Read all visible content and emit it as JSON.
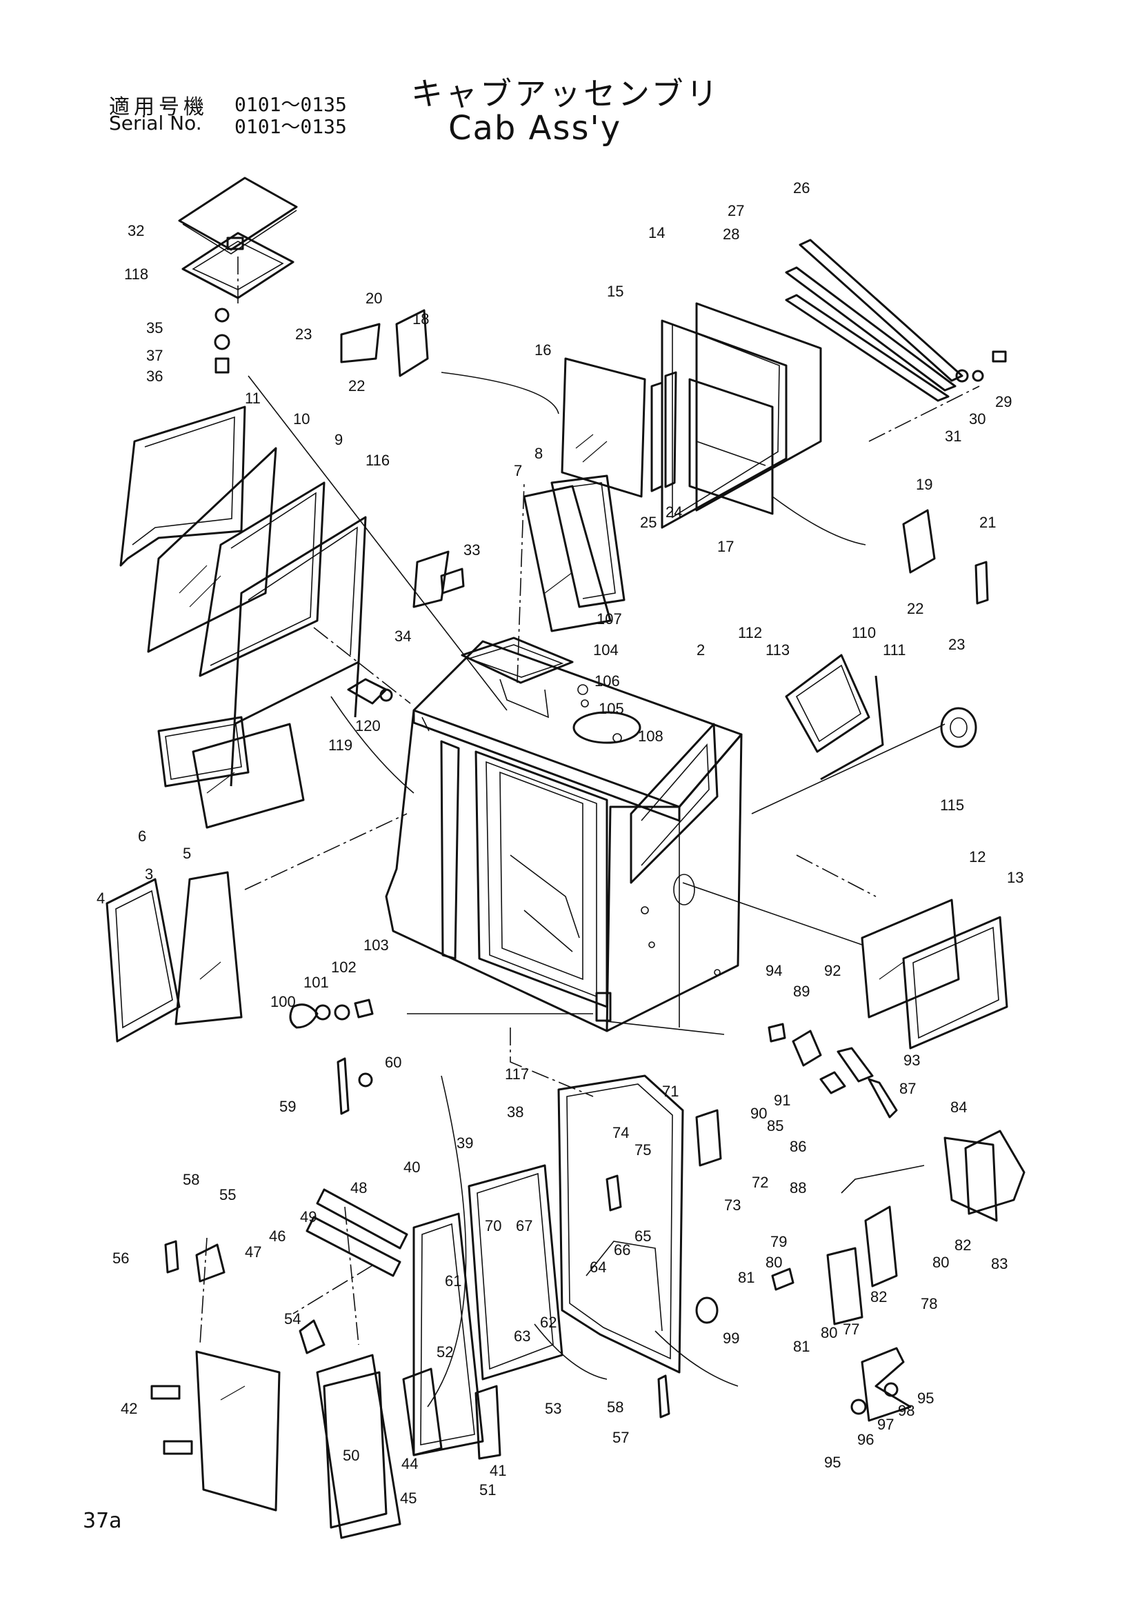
{
  "header": {
    "serial_label_jp": "適用号機",
    "serial_range_jp": "0101～0135",
    "serial_label_en": "Serial No.",
    "serial_range_en": "0101～0135",
    "title_jp": "キャブアッセンブリ",
    "title_en": "Cab Ass'y"
  },
  "page_number": "37a",
  "callouts": [
    {
      "id": "c2",
      "text": "2"
    },
    {
      "id": "c3",
      "text": "3"
    },
    {
      "id": "c4",
      "text": "4"
    },
    {
      "id": "c5",
      "text": "5"
    },
    {
      "id": "c6",
      "text": "6"
    },
    {
      "id": "c7",
      "text": "7"
    },
    {
      "id": "c8",
      "text": "8"
    },
    {
      "id": "c9",
      "text": "9"
    },
    {
      "id": "c10",
      "text": "10"
    },
    {
      "id": "c11",
      "text": "11"
    },
    {
      "id": "c12",
      "text": "12"
    },
    {
      "id": "c13",
      "text": "13"
    },
    {
      "id": "c14",
      "text": "14"
    },
    {
      "id": "c15",
      "text": "15"
    },
    {
      "id": "c16",
      "text": "16"
    },
    {
      "id": "c17",
      "text": "17"
    },
    {
      "id": "c18",
      "text": "18"
    },
    {
      "id": "c19",
      "text": "19"
    },
    {
      "id": "c20",
      "text": "20"
    },
    {
      "id": "c21",
      "text": "21"
    },
    {
      "id": "c22a",
      "text": "22"
    },
    {
      "id": "c22b",
      "text": "22"
    },
    {
      "id": "c23a",
      "text": "23"
    },
    {
      "id": "c23b",
      "text": "23"
    },
    {
      "id": "c24",
      "text": "24"
    },
    {
      "id": "c25",
      "text": "25"
    },
    {
      "id": "c26",
      "text": "26"
    },
    {
      "id": "c27",
      "text": "27"
    },
    {
      "id": "c28",
      "text": "28"
    },
    {
      "id": "c29",
      "text": "29"
    },
    {
      "id": "c30",
      "text": "30"
    },
    {
      "id": "c31",
      "text": "31"
    },
    {
      "id": "c32",
      "text": "32"
    },
    {
      "id": "c33",
      "text": "33"
    },
    {
      "id": "c34",
      "text": "34"
    },
    {
      "id": "c35",
      "text": "35"
    },
    {
      "id": "c36",
      "text": "36"
    },
    {
      "id": "c37",
      "text": "37"
    },
    {
      "id": "c38",
      "text": "38"
    },
    {
      "id": "c39",
      "text": "39"
    },
    {
      "id": "c40",
      "text": "40"
    },
    {
      "id": "c41",
      "text": "41"
    },
    {
      "id": "c42",
      "text": "42"
    },
    {
      "id": "c44",
      "text": "44"
    },
    {
      "id": "c45",
      "text": "45"
    },
    {
      "id": "c46",
      "text": "46"
    },
    {
      "id": "c47",
      "text": "47"
    },
    {
      "id": "c48",
      "text": "48"
    },
    {
      "id": "c49",
      "text": "49"
    },
    {
      "id": "c50",
      "text": "50"
    },
    {
      "id": "c51",
      "text": "51"
    },
    {
      "id": "c52",
      "text": "52"
    },
    {
      "id": "c53",
      "text": "53"
    },
    {
      "id": "c54",
      "text": "54"
    },
    {
      "id": "c55",
      "text": "55"
    },
    {
      "id": "c56",
      "text": "56"
    },
    {
      "id": "c57",
      "text": "57"
    },
    {
      "id": "c58a",
      "text": "58"
    },
    {
      "id": "c58b",
      "text": "58"
    },
    {
      "id": "c59",
      "text": "59"
    },
    {
      "id": "c60",
      "text": "60"
    },
    {
      "id": "c61",
      "text": "61"
    },
    {
      "id": "c62",
      "text": "62"
    },
    {
      "id": "c63",
      "text": "63"
    },
    {
      "id": "c64",
      "text": "64"
    },
    {
      "id": "c65",
      "text": "65"
    },
    {
      "id": "c66",
      "text": "66"
    },
    {
      "id": "c67",
      "text": "67"
    },
    {
      "id": "c70",
      "text": "70"
    },
    {
      "id": "c71",
      "text": "71"
    },
    {
      "id": "c72",
      "text": "72"
    },
    {
      "id": "c73",
      "text": "73"
    },
    {
      "id": "c74",
      "text": "74"
    },
    {
      "id": "c75",
      "text": "75"
    },
    {
      "id": "c77",
      "text": "77"
    },
    {
      "id": "c78",
      "text": "78"
    },
    {
      "id": "c79",
      "text": "79"
    },
    {
      "id": "c80a",
      "text": "80"
    },
    {
      "id": "c80b",
      "text": "80"
    },
    {
      "id": "c80c",
      "text": "80"
    },
    {
      "id": "c81a",
      "text": "81"
    },
    {
      "id": "c81b",
      "text": "81"
    },
    {
      "id": "c82a",
      "text": "82"
    },
    {
      "id": "c82b",
      "text": "82"
    },
    {
      "id": "c83",
      "text": "83"
    },
    {
      "id": "c84",
      "text": "84"
    },
    {
      "id": "c85",
      "text": "85"
    },
    {
      "id": "c86",
      "text": "86"
    },
    {
      "id": "c87",
      "text": "87"
    },
    {
      "id": "c88",
      "text": "88"
    },
    {
      "id": "c89",
      "text": "89"
    },
    {
      "id": "c90",
      "text": "90"
    },
    {
      "id": "c91",
      "text": "91"
    },
    {
      "id": "c92",
      "text": "92"
    },
    {
      "id": "c93",
      "text": "93"
    },
    {
      "id": "c94",
      "text": "94"
    },
    {
      "id": "c95a",
      "text": "95"
    },
    {
      "id": "c95b",
      "text": "95"
    },
    {
      "id": "c96",
      "text": "96"
    },
    {
      "id": "c97",
      "text": "97"
    },
    {
      "id": "c98",
      "text": "98"
    },
    {
      "id": "c99",
      "text": "99"
    },
    {
      "id": "c100",
      "text": "100"
    },
    {
      "id": "c101",
      "text": "101"
    },
    {
      "id": "c102",
      "text": "102"
    },
    {
      "id": "c103",
      "text": "103"
    },
    {
      "id": "c104",
      "text": "104"
    },
    {
      "id": "c105",
      "text": "105"
    },
    {
      "id": "c106",
      "text": "106"
    },
    {
      "id": "c107",
      "text": "107"
    },
    {
      "id": "c108",
      "text": "108"
    },
    {
      "id": "c110",
      "text": "110"
    },
    {
      "id": "c111",
      "text": "111"
    },
    {
      "id": "c112",
      "text": "112"
    },
    {
      "id": "c113",
      "text": "113"
    },
    {
      "id": "c115",
      "text": "115"
    },
    {
      "id": "c116",
      "text": "116"
    },
    {
      "id": "c117",
      "text": "117"
    },
    {
      "id": "c118",
      "text": "118"
    },
    {
      "id": "c119",
      "text": "119"
    },
    {
      "id": "c120",
      "text": "120"
    }
  ]
}
